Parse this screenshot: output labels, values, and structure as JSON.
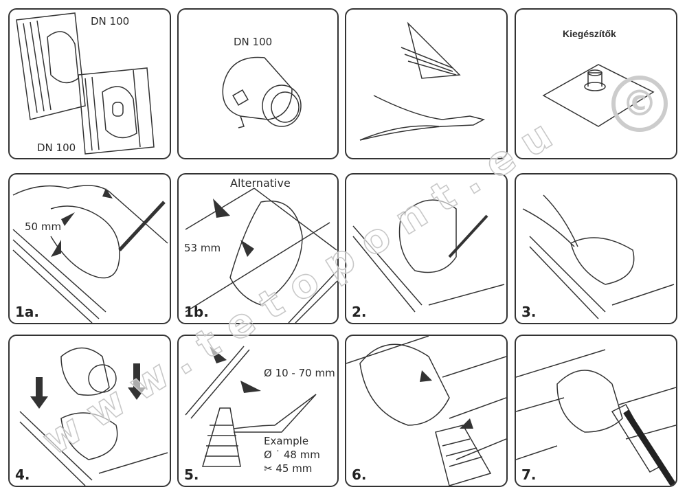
{
  "panels": {
    "p1": {
      "label_top": "DN 100",
      "label_bottom": "DN 100"
    },
    "p2": {
      "label": "DN 100"
    },
    "p3": {},
    "p4": {
      "title": "Kiegészítők"
    },
    "p5": {
      "step": "1a.",
      "measure": "50 mm"
    },
    "p6": {
      "step": "1b.",
      "title": "Alternative",
      "measure": "53 mm"
    },
    "p7": {
      "step": "2."
    },
    "p8": {
      "step": "3."
    },
    "p9": {
      "step": "4."
    },
    "p10": {
      "step": "5.",
      "diameter": "Ø 10 - 70 mm",
      "example_title": "Example",
      "example_diameter": "Ø ˙ 48 mm",
      "example_cut": "✂ 45 mm"
    },
    "p11": {
      "step": "6."
    },
    "p12": {
      "step": "7."
    }
  },
  "watermark": {
    "text": "www.tetopont.eu",
    "symbol": "©"
  }
}
